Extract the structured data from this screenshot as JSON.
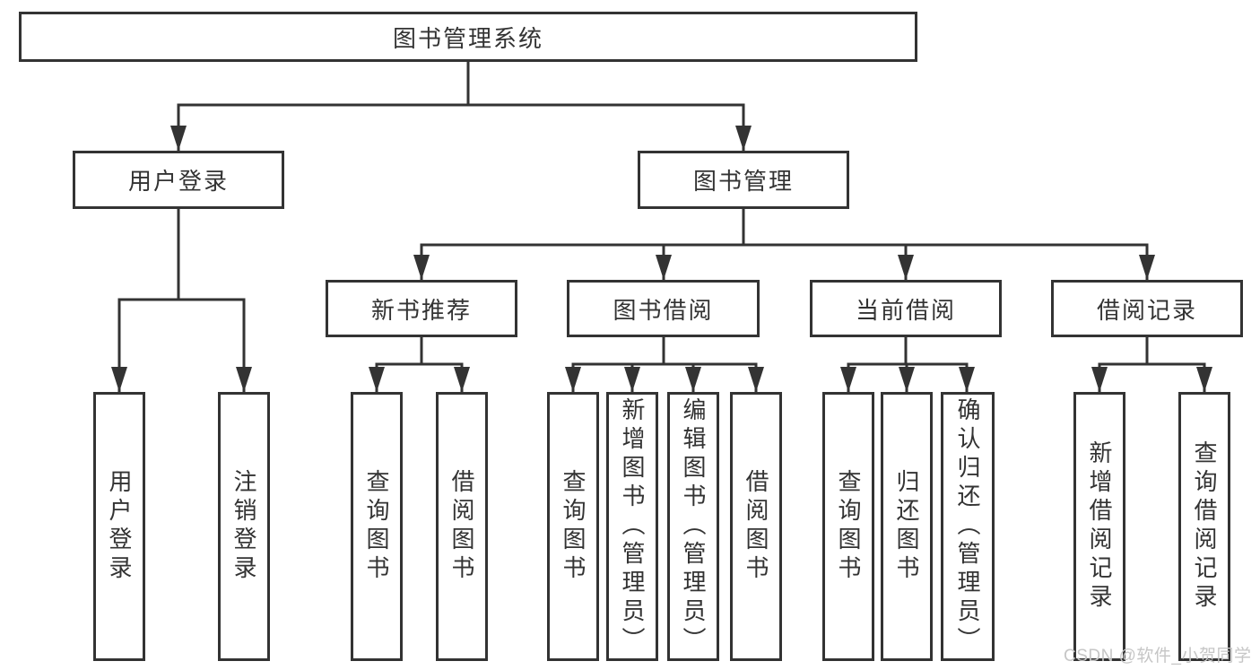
{
  "nodes": {
    "root": "图书管理系统",
    "level1": [
      "用户登录",
      "图书管理"
    ],
    "level2": [
      "新书推荐",
      "图书借阅",
      "当前借阅",
      "借阅记录"
    ],
    "leaves": [
      "用户登录",
      "注销登录",
      "查询图书",
      "借阅图书",
      "查询图书",
      "新增图书（管理员）",
      "编辑图书（管理员）",
      "借阅图书",
      "查询图书",
      "归还图书",
      "确认归还（管理员）",
      "新增借阅记录",
      "查询借阅记录"
    ]
  },
  "watermark": "CSDN @软件_小贺同学",
  "colors": {
    "line": "#333333",
    "box_border": "#333333",
    "box_fill": "#ffffff",
    "text": "#333333",
    "watermark": "#c6c6c6",
    "background": "#ffffff"
  }
}
